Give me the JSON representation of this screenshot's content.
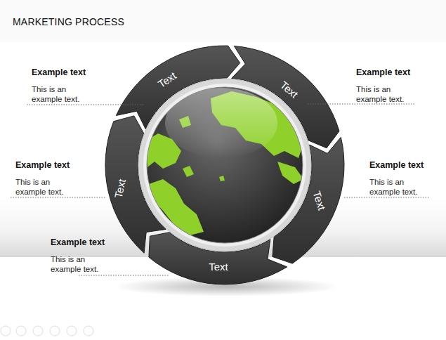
{
  "diagram": {
    "title": "MARKETING PROCESS",
    "nodes": [
      {
        "text": [
          "Text"
        ]
      },
      {
        "text": [
          "Text"
        ]
      },
      {
        "text": [
          "Text"
        ]
      },
      {
        "text": [
          "Text"
        ]
      },
      {
        "text": [
          "Text"
        ]
      }
    ],
    "labels": [
      "Example text",
      "This is an example text.",
      "Example text",
      "This is an example text.",
      "Example text",
      "This is an example text.",
      "Example text",
      "This is an example text.",
      "Example text",
      "This is an example text."
    ]
  }
}
